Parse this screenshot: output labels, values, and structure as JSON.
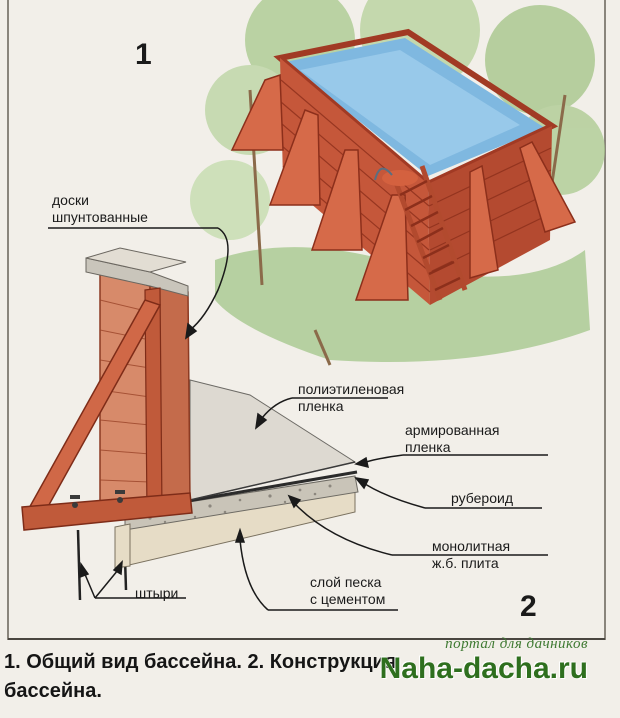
{
  "figure_numbers": {
    "first": "1",
    "second": "2"
  },
  "labels": {
    "boards": [
      "доски",
      "шпунтованные"
    ],
    "poly_film": [
      "полиэтиленовая",
      "пленка"
    ],
    "reinforced_film": [
      "армированная",
      "пленка"
    ],
    "ruberoid": [
      "рубероид"
    ],
    "slab": [
      "монолитная",
      "ж.б. плита"
    ],
    "sand_layer": [
      "слой песка",
      "с цементом"
    ],
    "pins": [
      "штыри"
    ]
  },
  "caption": {
    "line1": "1. Общий вид бассейна. 2. Конструкция",
    "line2": "бассейна."
  },
  "watermark": {
    "top": "портал для дачников",
    "main": "Naha-dacha.ru"
  }
}
